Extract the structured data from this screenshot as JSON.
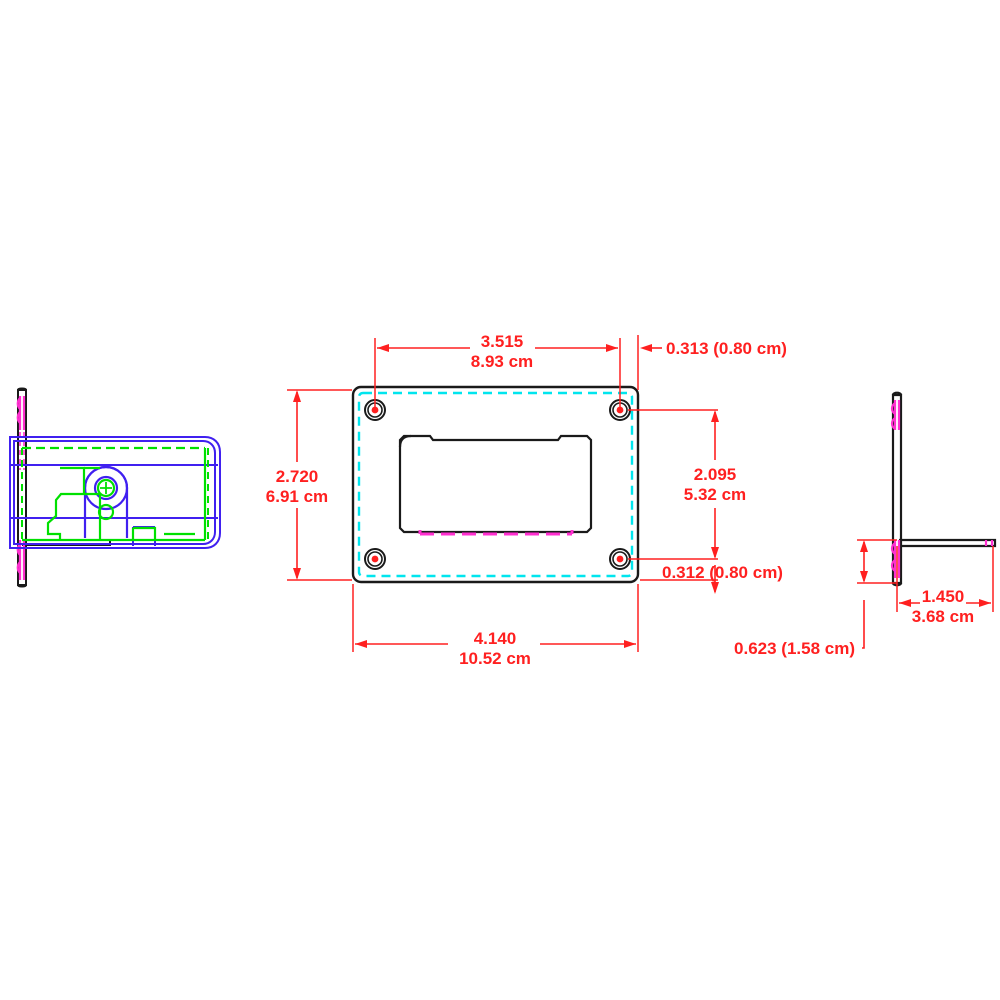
{
  "drawing": {
    "title": "Mechanical Part Technical Drawing",
    "background_color": "#ffffff",
    "colors": {
      "dimension": "#ff2020",
      "outline": "#1a1a1a",
      "hidden_cyan": "#00e5ee",
      "hidden_magenta": "#ff30d0",
      "detail_green": "#00e000",
      "detail_blue": "#4020f0"
    },
    "views": [
      {
        "name": "side-section-view",
        "position": "left"
      },
      {
        "name": "front-view",
        "position": "center"
      },
      {
        "name": "edge-profile-view",
        "position": "right"
      }
    ]
  },
  "dimensions": {
    "top_width": {
      "inch": "3.515",
      "cm": "8.93 cm"
    },
    "top_offset": {
      "label": "0.313 (0.80 cm)"
    },
    "left_height": {
      "inch": "2.720",
      "cm": "6.91 cm"
    },
    "right_height": {
      "inch": "2.095",
      "cm": "5.32 cm"
    },
    "bottom_offset": {
      "label": "0.312 (0.80 cm)"
    },
    "overall_width": {
      "inch": "4.140",
      "cm": "10.52 cm"
    },
    "profile_depth": {
      "inch": "1.450",
      "cm": "3.68 cm"
    },
    "profile_height": {
      "label": "0.623 (1.58 cm)"
    }
  }
}
